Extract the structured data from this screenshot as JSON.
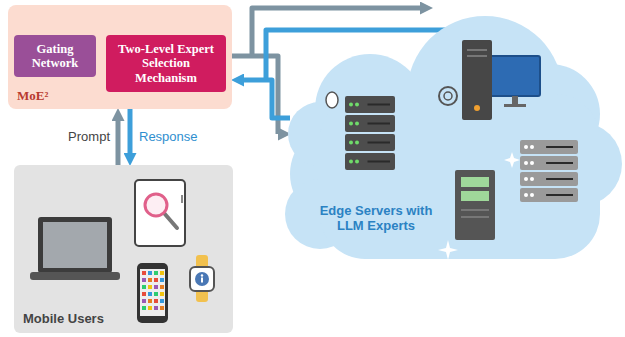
{
  "diagram": {
    "nodes": [
      {
        "text": [
          "MoE²"
        ]
      },
      {
        "text": [
          "Gating Network"
        ],
        "in": 0
      },
      {
        "text": [
          "Two-Level Expert Selection Mechanism"
        ],
        "in": 0
      },
      {
        "text": [
          "Edge Servers with LLM Experts"
        ]
      },
      {
        "text": [
          "Mobile Users"
        ]
      }
    ],
    "edges": [
      {
        "from": 0,
        "to": 3,
        "arrow": "to"
      },
      {
        "from": 3,
        "to": 0,
        "arrow": "to"
      },
      {
        "from": 4,
        "to": 0,
        "label": "Prompt",
        "arrow": "to"
      },
      {
        "from": 0,
        "to": 4,
        "label": "Response",
        "arrow": "to"
      }
    ]
  }
}
